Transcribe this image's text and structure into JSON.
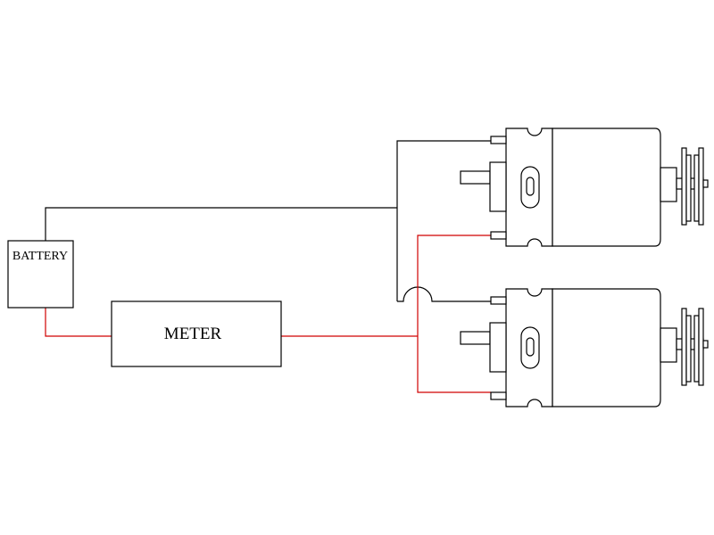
{
  "components": {
    "battery": {
      "label": "BATTERY"
    },
    "meter": {
      "label": "METER"
    }
  },
  "motors": [
    {
      "id": "motor-1"
    },
    {
      "id": "motor-2"
    }
  ],
  "colors": {
    "wire_black": "#000000",
    "wire_red": "#d00000",
    "outline": "#000000",
    "background": "#ffffff"
  }
}
